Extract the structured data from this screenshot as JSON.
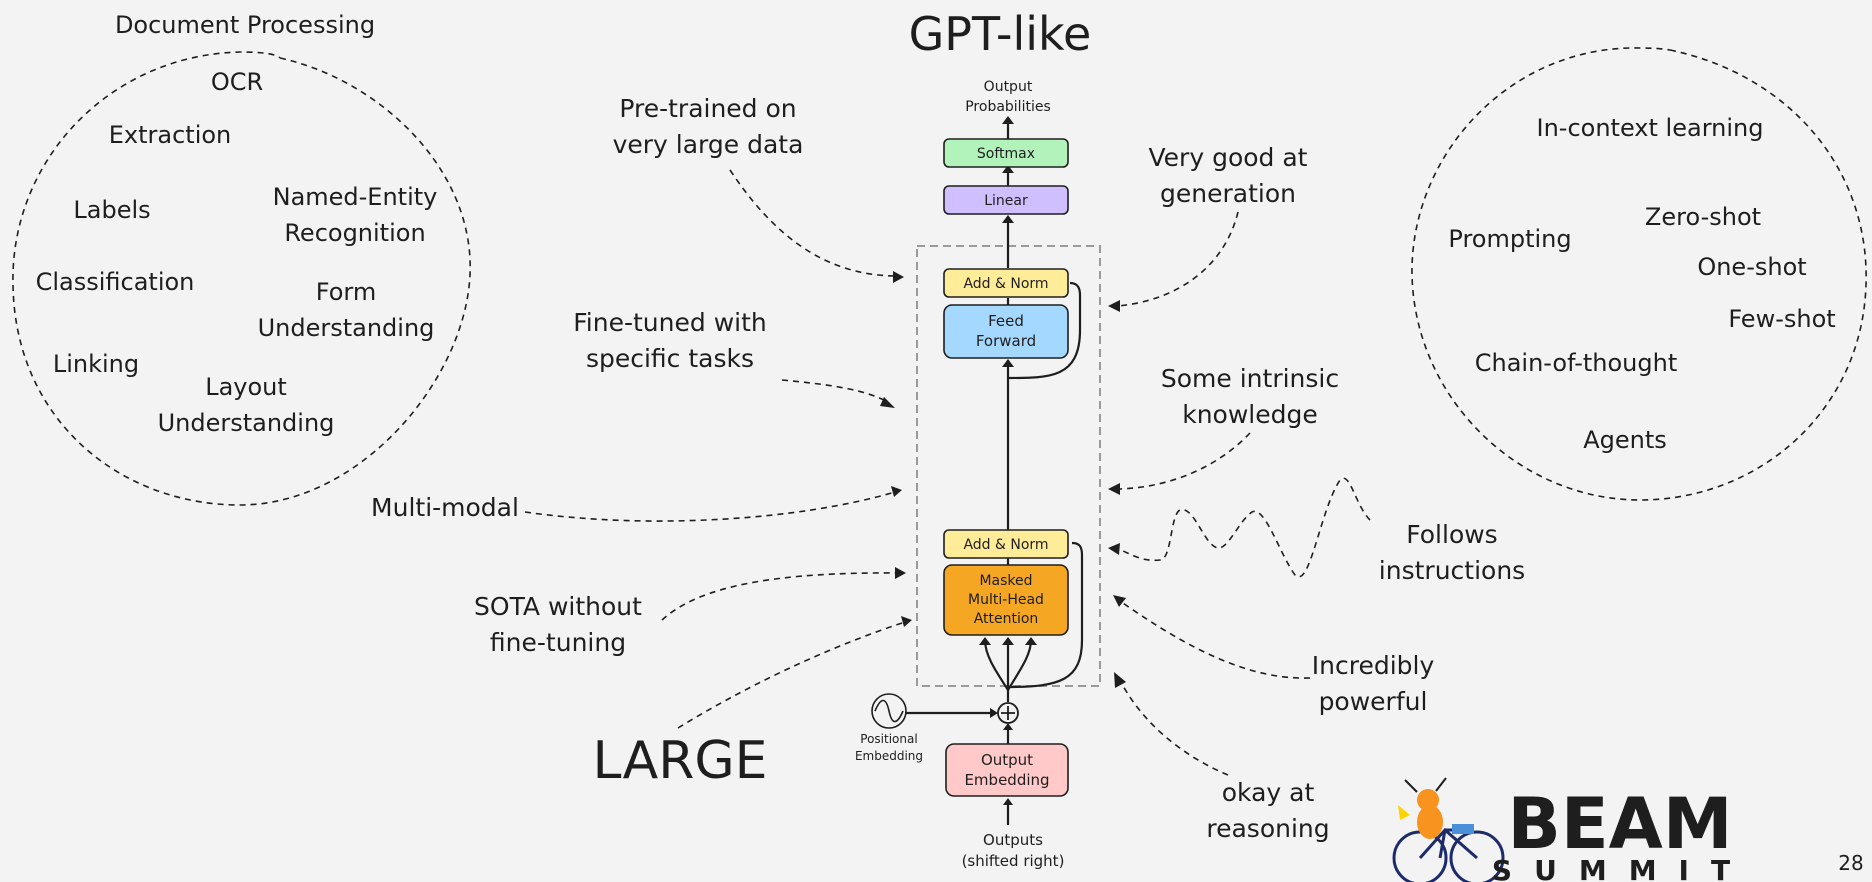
{
  "title": "GPT-like",
  "page_number": "28",
  "left_circle": {
    "heading": "Document Processing",
    "items": [
      "OCR",
      "Extraction",
      "Labels",
      "Named-Entity",
      "Recognition",
      "Classification",
      "Form",
      "Understanding",
      "Linking",
      "Layout",
      "Understanding"
    ]
  },
  "right_circle": {
    "items": [
      "In-context learning",
      "Prompting",
      "Zero-shot",
      "One-shot",
      "Few-shot",
      "Chain-of-thought",
      "Agents"
    ]
  },
  "architecture": {
    "output_probabilities": [
      "Output",
      "Probabilities"
    ],
    "softmax": "Softmax",
    "linear": "Linear",
    "add_norm_top": "Add & Norm",
    "feed_forward": [
      "Feed",
      "Forward"
    ],
    "add_norm_bottom": "Add & Norm",
    "attention": [
      "Masked",
      "Multi-Head",
      "Attention"
    ],
    "positional_embedding": [
      "Positional",
      "Embedding"
    ],
    "output_embedding": [
      "Output",
      "Embedding"
    ],
    "outputs": [
      "Outputs",
      "(shifted right)"
    ],
    "colors": {
      "softmax": "#b2f2bb",
      "linear": "#d0bfff",
      "add_norm": "#ffec99",
      "feed_forward": "#a5d8ff",
      "attention": "#f5a623",
      "output_embedding": "#ffc9c9"
    }
  },
  "annotations": {
    "pretrained": [
      "Pre-trained on",
      "very large data"
    ],
    "finetuned": [
      "Fine-tuned with",
      "specific tasks"
    ],
    "multimodal": "Multi-modal",
    "sota": [
      "SOTA without",
      "fine-tuning"
    ],
    "large": "LARGE",
    "generation": [
      "Very good at",
      "generation"
    ],
    "knowledge": [
      "Some intrinsic",
      "knowledge"
    ],
    "instructions": [
      "Follows",
      "instructions"
    ],
    "powerful": [
      "Incredibly",
      "powerful"
    ],
    "reasoning": [
      "okay at",
      "reasoning"
    ]
  },
  "logo": {
    "brand": "BEAM",
    "sub": "SUMMIT",
    "brand_color": "#f7931e",
    "sub_color": "#1d2b6b",
    "mascot": "ant-on-bicycle"
  }
}
